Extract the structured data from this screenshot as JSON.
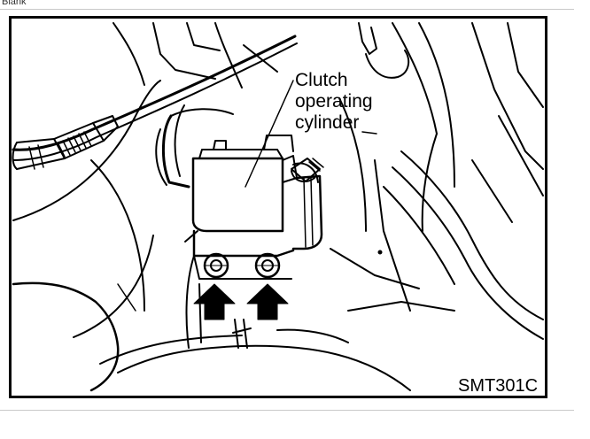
{
  "header": {
    "text": "Blank"
  },
  "figure": {
    "callout_lines": [
      "Clutch",
      "operating",
      "cylinder"
    ],
    "figure_code": "SMT301C",
    "arrow_count": 2
  }
}
